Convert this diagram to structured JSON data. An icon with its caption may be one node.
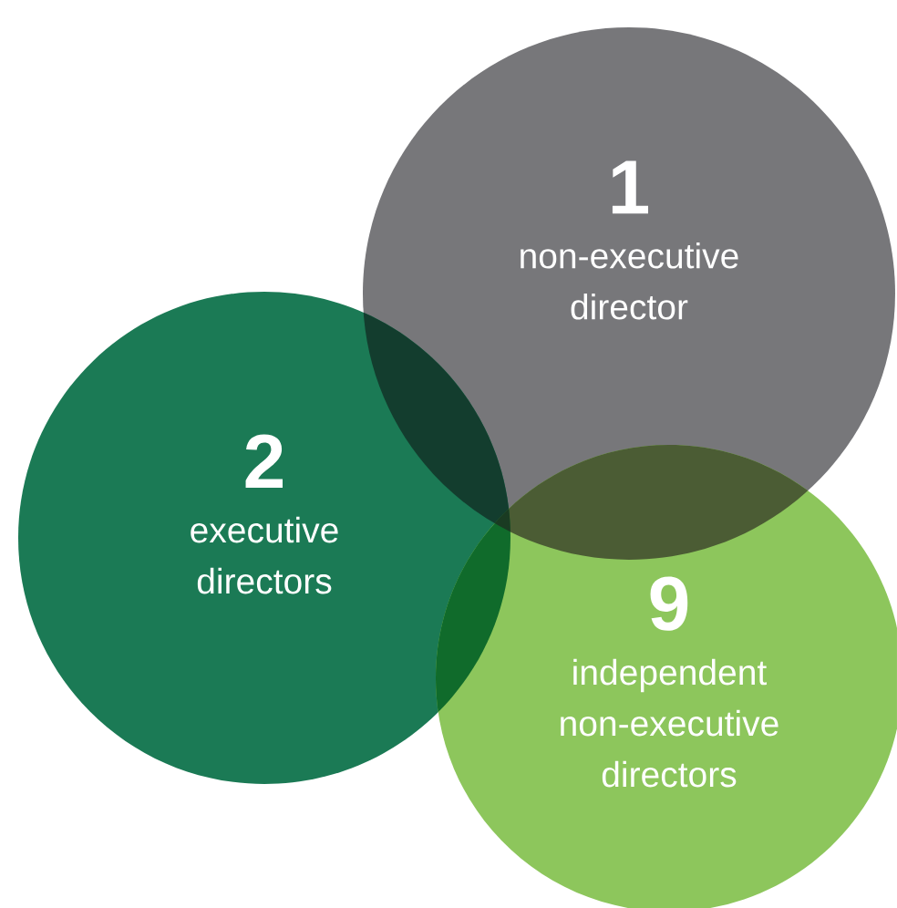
{
  "diagram": {
    "nodes": [
      {
        "text": [
          "1",
          "non-executive director"
        ]
      },
      {
        "text": [
          "2",
          "executive directors"
        ]
      },
      {
        "text": [
          "9",
          "independent non-executive directors"
        ]
      }
    ]
  }
}
